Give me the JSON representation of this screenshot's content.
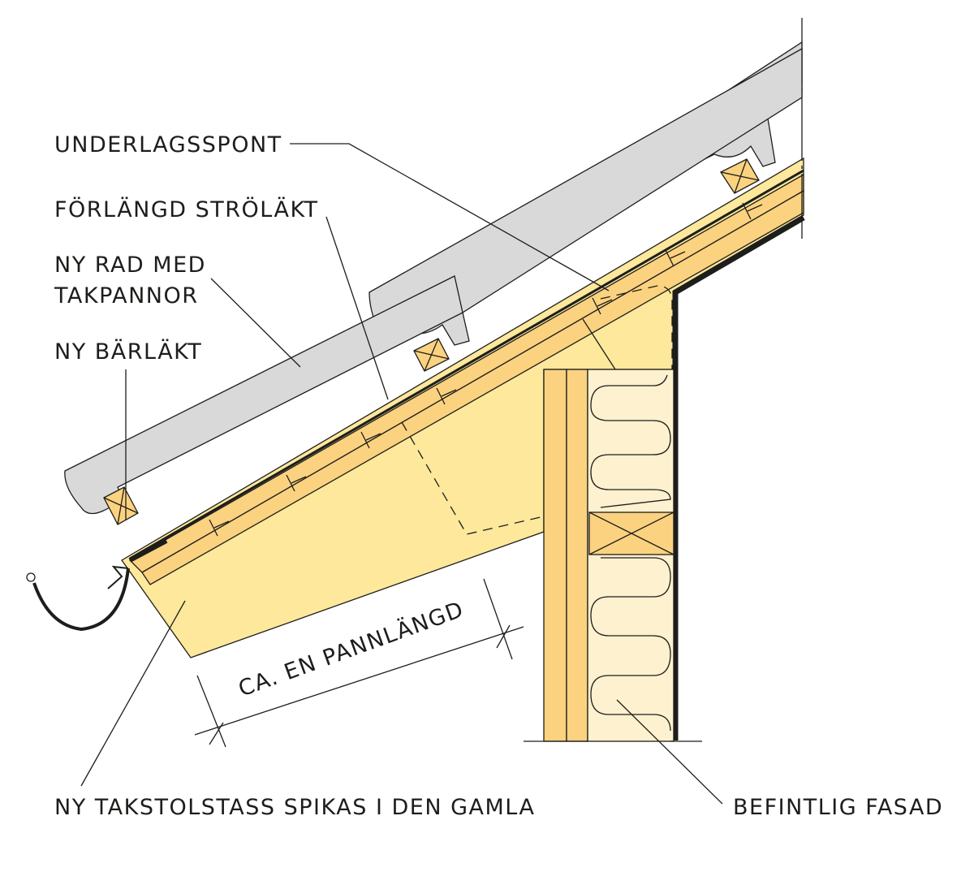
{
  "diagram": {
    "title": "Eaves extension detail",
    "colors": {
      "tile": "#d9d9d9",
      "wood_dark": "#fbd27f",
      "wood_light": "#fde89b",
      "insulation": "#fef1cf",
      "line": "#1d1d1b"
    },
    "labels": {
      "underlagsspont": "UNDERLAGSSPONT",
      "forlangd_strolakt": "FÖRLÄNGD STRÖLÄKT",
      "ny_rad_line1": "NY RAD MED",
      "ny_rad_line2": "TAKPANNOR",
      "ny_barlakt": "NY BÄRLÄKT",
      "dimension": "CA. EN PANNLÄNGD",
      "ny_takstolstass": "NY TAKSTOLSTASS SPIKAS I DEN GAMLA",
      "befintlig_fasad": "BEFINTLIG FASAD"
    }
  }
}
